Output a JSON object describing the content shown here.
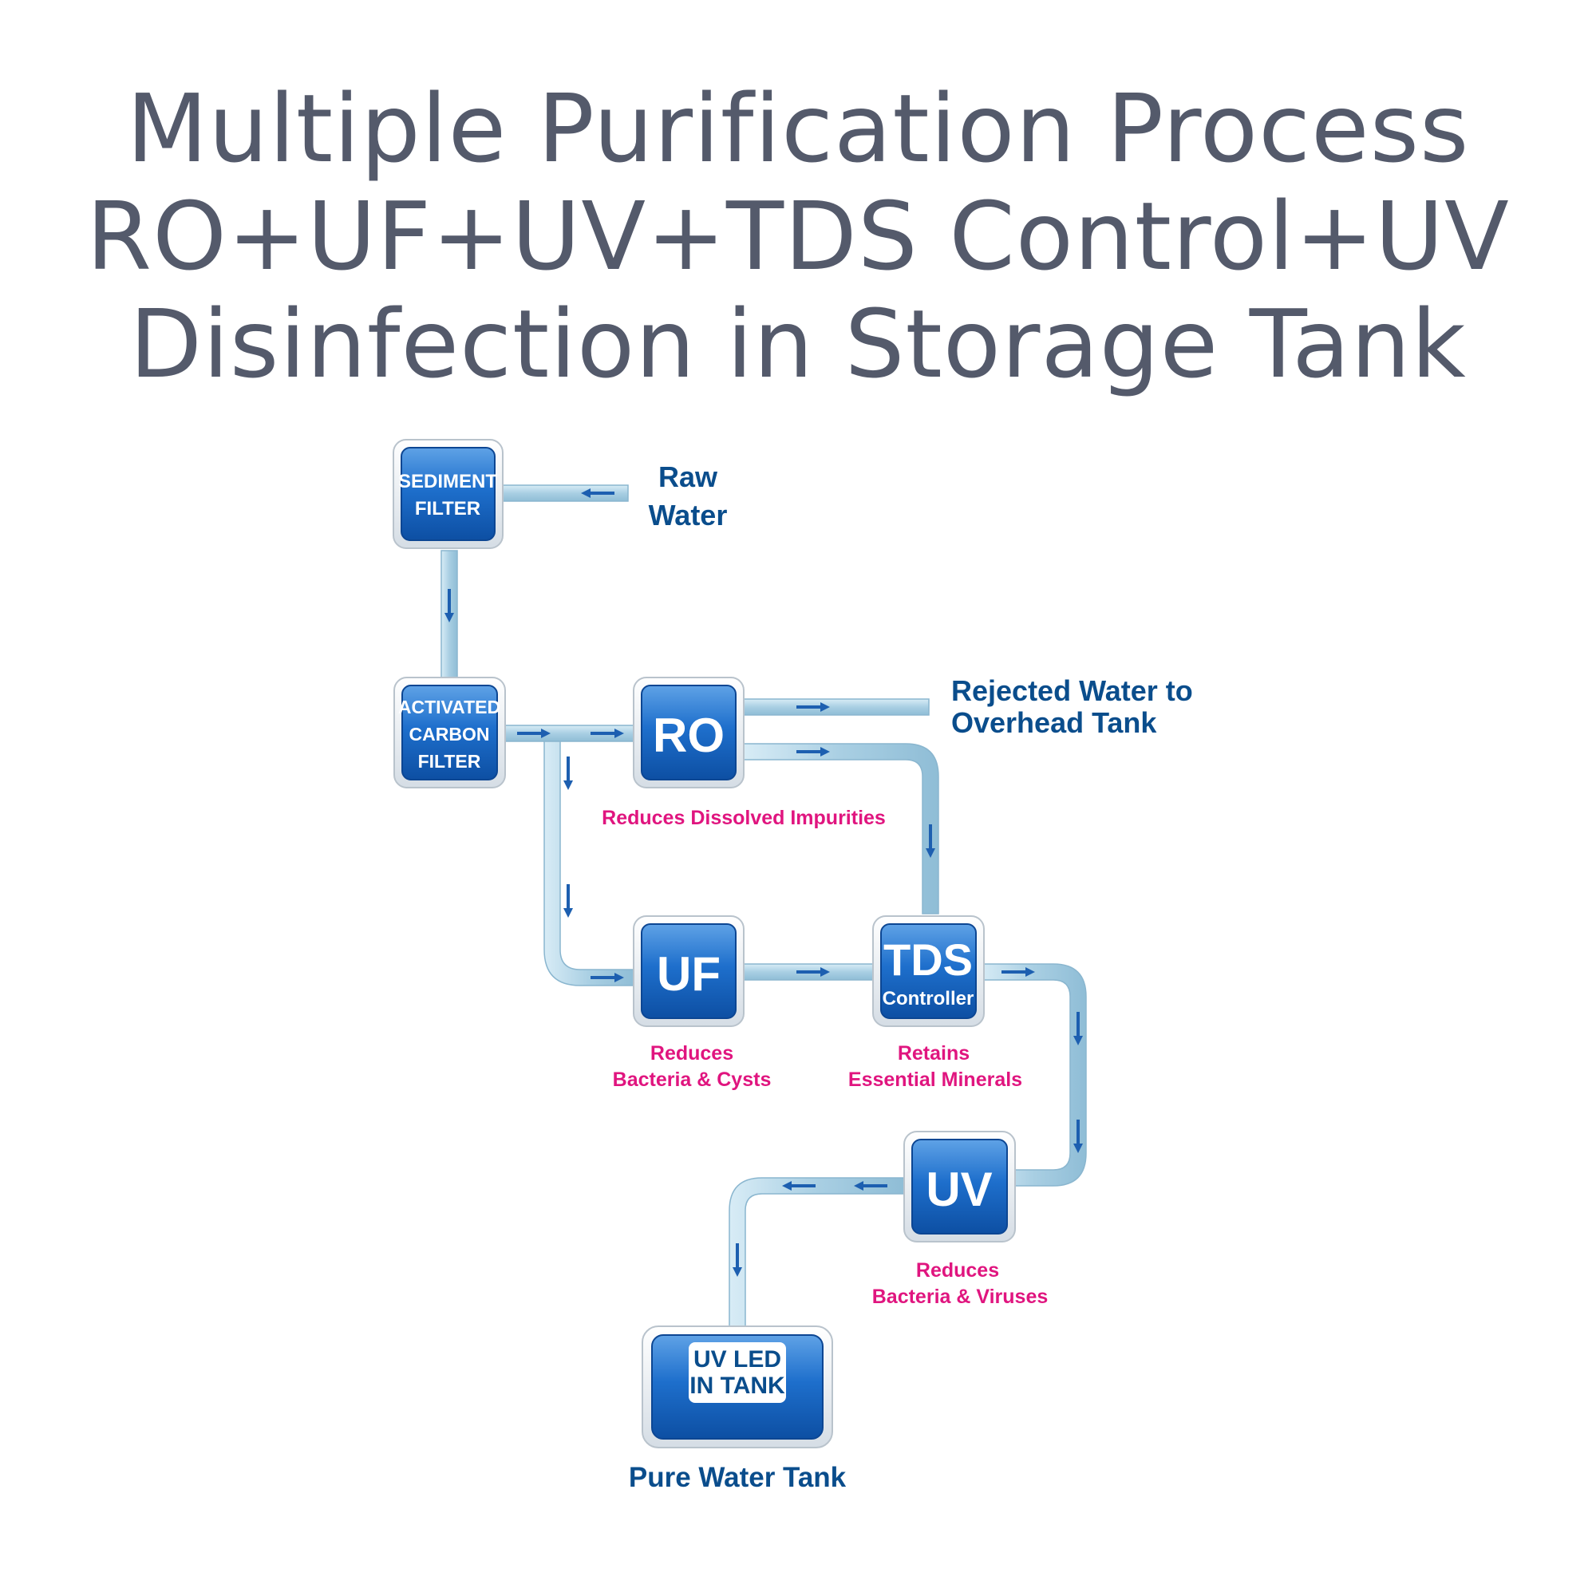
{
  "title": {
    "line1": "Multiple Purification Process",
    "line2": "RO+UF+UV+TDS Control+UV",
    "line3": "Disinfection in Storage Tank"
  },
  "labels": {
    "raw_water_line1": "Raw",
    "raw_water_line2": "Water",
    "rejected_line1": "Rejected Water to",
    "rejected_line2": "Overhead Tank",
    "pure_water_tank": "Pure Water Tank"
  },
  "stages": {
    "sediment": {
      "line1": "SEDIMENT",
      "line2": "FILTER"
    },
    "carbon": {
      "line1": "ACTIVATED",
      "line2": "CARBON",
      "line3": "FILTER"
    },
    "ro": {
      "label": "RO",
      "note": "Reduces Dissolved Impurities"
    },
    "uf": {
      "label": "UF",
      "note_line1": "Reduces",
      "note_line2": "Bacteria & Cysts"
    },
    "tds": {
      "label": "TDS",
      "sub": "Controller",
      "note_line1": "Retains",
      "note_line2": "Essential Minerals"
    },
    "uv": {
      "label": "UV",
      "note_line1": "Reduces",
      "note_line2": "Bacteria & Viruses"
    },
    "tank": {
      "line1": "UV LED",
      "line2": "IN TANK"
    }
  },
  "colors": {
    "box_blue": "#1a67c2",
    "pipe": "#b4d6e8",
    "note_pink": "#e0157f",
    "label_navy": "#0a4d8c",
    "title_gray": "#545a6b"
  }
}
